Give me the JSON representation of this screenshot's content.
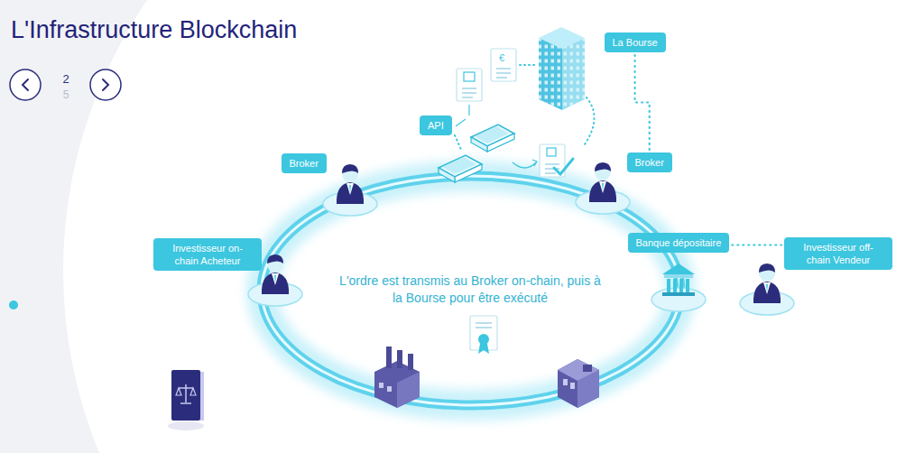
{
  "diagram": {
    "title": "L'Infrastructure Blockchain",
    "nodes": [
      {
        "text": [
          "La Bourse"
        ]
      },
      {
        "text": [
          "API"
        ]
      },
      {
        "text": [
          "Broker"
        ]
      },
      {
        "text": [
          "Broker"
        ]
      },
      {
        "text": [
          "Investisseur on-chain Acheteur"
        ]
      },
      {
        "text": [
          "Banque dépositaire"
        ]
      },
      {
        "text": [
          "Investisseur off-chain Vendeur"
        ]
      }
    ],
    "edges": [
      {
        "from": 0,
        "to": 3,
        "arrow": "none"
      },
      {
        "from": 5,
        "to": 6,
        "arrow": "none"
      }
    ],
    "labels": [
      "2",
      "5",
      "L'ordre est transmis au Broker on-chain, puis à la Bourse pour être exécuté"
    ]
  }
}
